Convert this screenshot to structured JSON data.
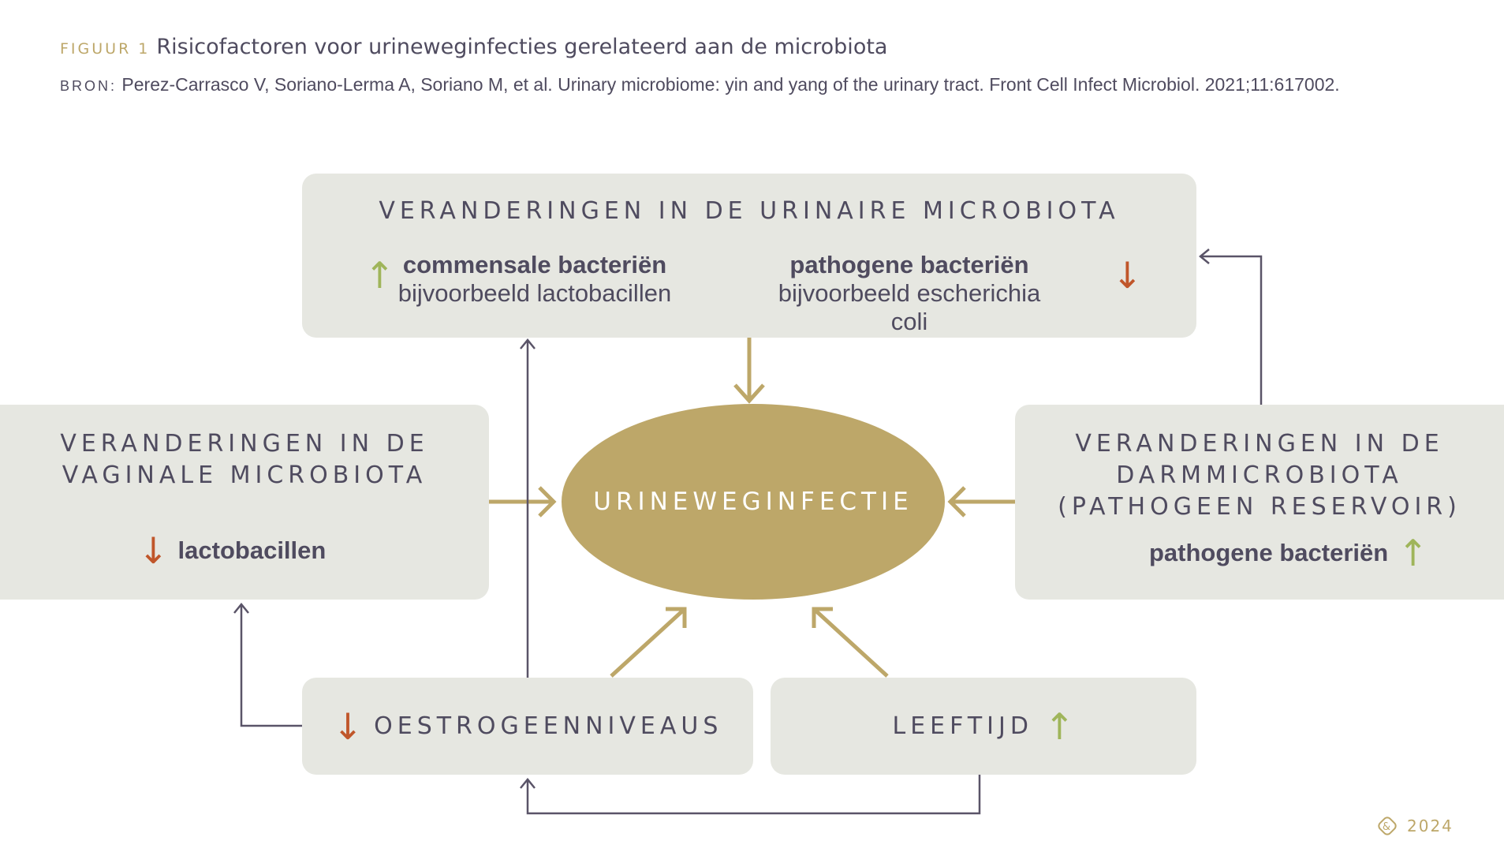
{
  "header": {
    "figure_label": "FIGUUR 1",
    "title": "Risicofactoren voor urineweginfecties gerelateerd aan de microbiota",
    "source_label": "BRON:",
    "source_text": "Perez-Carrasco V, Soriano-Lerma A, Soriano M, et al. Urinary microbiome: yin and yang of the urinary tract. Front Cell Infect Microbiol. 2021;11:617002."
  },
  "top_box": {
    "heading": "VERANDERINGEN IN DE URINAIRE MICROBIOTA",
    "left_title": "commensale bacteriën",
    "left_sub": "bijvoorbeeld lactobacillen",
    "right_title": "pathogene bacteriën",
    "right_sub": "bijvoorbeeld escherichia coli"
  },
  "left_box": {
    "heading_1": "VERANDERINGEN IN DE",
    "heading_2": "VAGINALE MICROBIOTA",
    "item": "lactobacillen"
  },
  "right_box": {
    "heading_1": "VERANDERINGEN IN DE",
    "heading_2": "DARMMICROBIOTA",
    "heading_3": "(PATHOGEEN RESERVOIR)",
    "item": "pathogene bacteriën"
  },
  "center": {
    "label": "URINEWEGINFECTIE"
  },
  "bottom_left": {
    "label": "OESTROGEENNIVEAUS"
  },
  "bottom_right": {
    "label": "LEEFTIJD"
  },
  "footer": {
    "year": "2024"
  },
  "icons": {
    "up": "↑",
    "down": "↓"
  },
  "colors": {
    "gold": "#bda769",
    "box": "#e6e7e1",
    "text": "#4f4b5f",
    "increase": "#9fb55a",
    "decrease": "#c0562a"
  }
}
